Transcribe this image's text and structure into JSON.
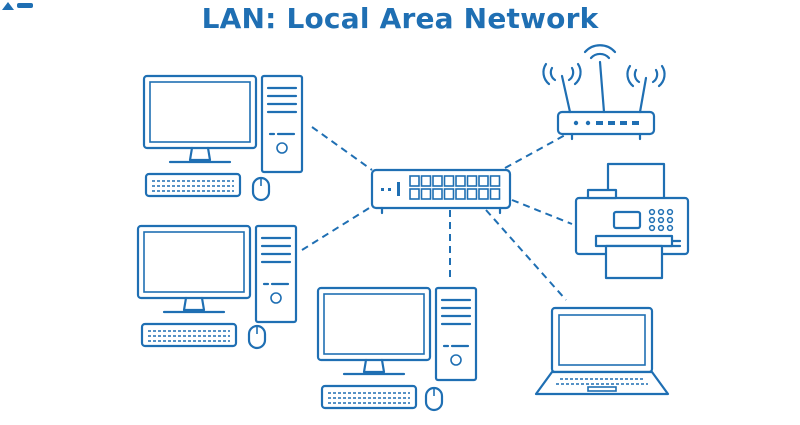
{
  "diagram": {
    "title": "LAN: Local Area Network",
    "accent_color": "#1f6fb3",
    "background_color": "#ffffff",
    "hub": {
      "icon": "network-switch-icon",
      "ports": 16
    },
    "devices": [
      {
        "id": "desktop-1",
        "icon": "desktop-computer-icon"
      },
      {
        "id": "desktop-2",
        "icon": "desktop-computer-icon"
      },
      {
        "id": "desktop-3",
        "icon": "desktop-computer-icon"
      },
      {
        "id": "router",
        "icon": "wifi-router-icon"
      },
      {
        "id": "printer",
        "icon": "printer-icon"
      },
      {
        "id": "laptop",
        "icon": "laptop-icon"
      }
    ],
    "connections": [
      "desktop-1",
      "desktop-2",
      "desktop-3",
      "router",
      "printer",
      "laptop"
    ]
  }
}
